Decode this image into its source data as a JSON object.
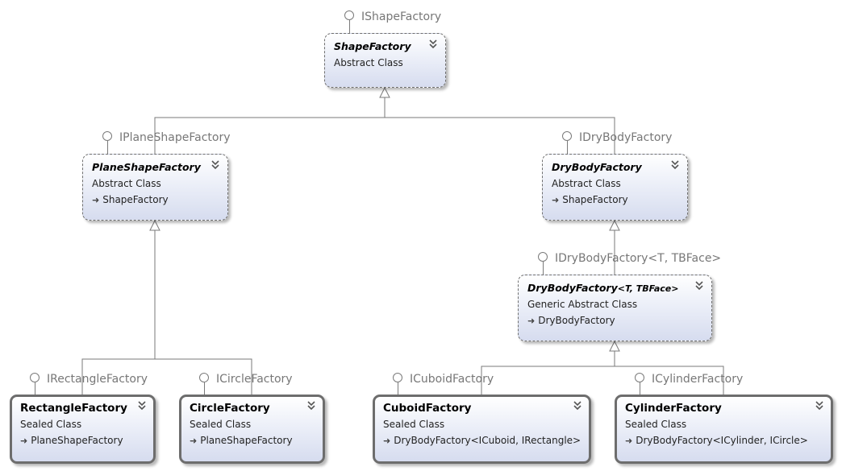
{
  "diagram": {
    "classes": {
      "shape_factory": {
        "name": "ShapeFactory",
        "kind": "Abstract Class",
        "interface": "IShapeFactory",
        "expander_icon": "double-chevron-down"
      },
      "plane_shape_factory": {
        "name": "PlaneShapeFactory",
        "kind": "Abstract Class",
        "base": "ShapeFactory",
        "interface": "IPlaneShapeFactory",
        "expander_icon": "double-chevron-down"
      },
      "dry_body_factory": {
        "name": "DryBodyFactory",
        "kind": "Abstract Class",
        "base": "ShapeFactory",
        "interface": "IDryBodyFactory",
        "expander_icon": "double-chevron-down"
      },
      "dry_body_factory_generic": {
        "name_main": "DryBodyFactory",
        "name_generic": "<T, TBFace>",
        "kind": "Generic Abstract Class",
        "base": "DryBodyFactory",
        "interface": "IDryBodyFactory<T, TBFace>",
        "expander_icon": "double-chevron-down"
      },
      "rectangle_factory": {
        "name": "RectangleFactory",
        "kind": "Sealed Class",
        "base": "PlaneShapeFactory",
        "interface": "IRectangleFactory",
        "expander_icon": "double-chevron-down"
      },
      "circle_factory": {
        "name": "CircleFactory",
        "kind": "Sealed Class",
        "base": "PlaneShapeFactory",
        "interface": "ICircleFactory",
        "expander_icon": "double-chevron-down"
      },
      "cuboid_factory": {
        "name": "CuboidFactory",
        "kind": "Sealed Class",
        "base": "DryBodyFactory<ICuboid, IRectangle>",
        "interface": "ICuboidFactory",
        "expander_icon": "double-chevron-down"
      },
      "cylinder_factory": {
        "name": "CylinderFactory",
        "kind": "Sealed Class",
        "base": "DryBodyFactory<ICylinder, ICircle>",
        "interface": "ICylinderFactory",
        "expander_icon": "double-chevron-down"
      }
    },
    "colors": {
      "line": "#7a7a7a",
      "interface_text": "#777777",
      "box_gradient_bottom": "#d6dcef"
    }
  }
}
